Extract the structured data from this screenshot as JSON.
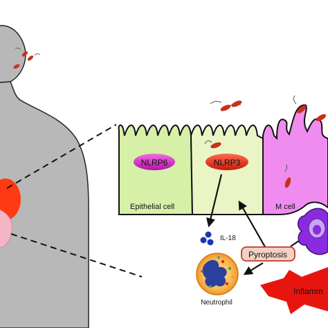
{
  "labels": {
    "nlrp6": "NLRP6",
    "nlrp3": "NLRP3",
    "epithelial_cell": "Epithelial cell",
    "m_cell": "M cell",
    "il18": "IL-18",
    "pyroptosis": "Pyroptosis",
    "neutrophil": "Neutrophil",
    "inflammation_partial": "Inflamm"
  },
  "colors": {
    "epithelial_fill": "#d6f0a8",
    "second_cell_fill": "#eaf5c6",
    "m_cell_fill": "#f08cf0",
    "nlrp6_fill": "#d61fc4",
    "nlrp3_fill": "#e8250f",
    "body_fill": "#b8b8b8",
    "pyroptosis_fill": "#f2d2c4",
    "pyroptosis_border": "#c0392b",
    "il18_dots": "#1838b0",
    "neutrophil_fill": "#f7a426",
    "macrophage_fill": "#8a2be2",
    "inflammation_fill": "#e8150f"
  }
}
